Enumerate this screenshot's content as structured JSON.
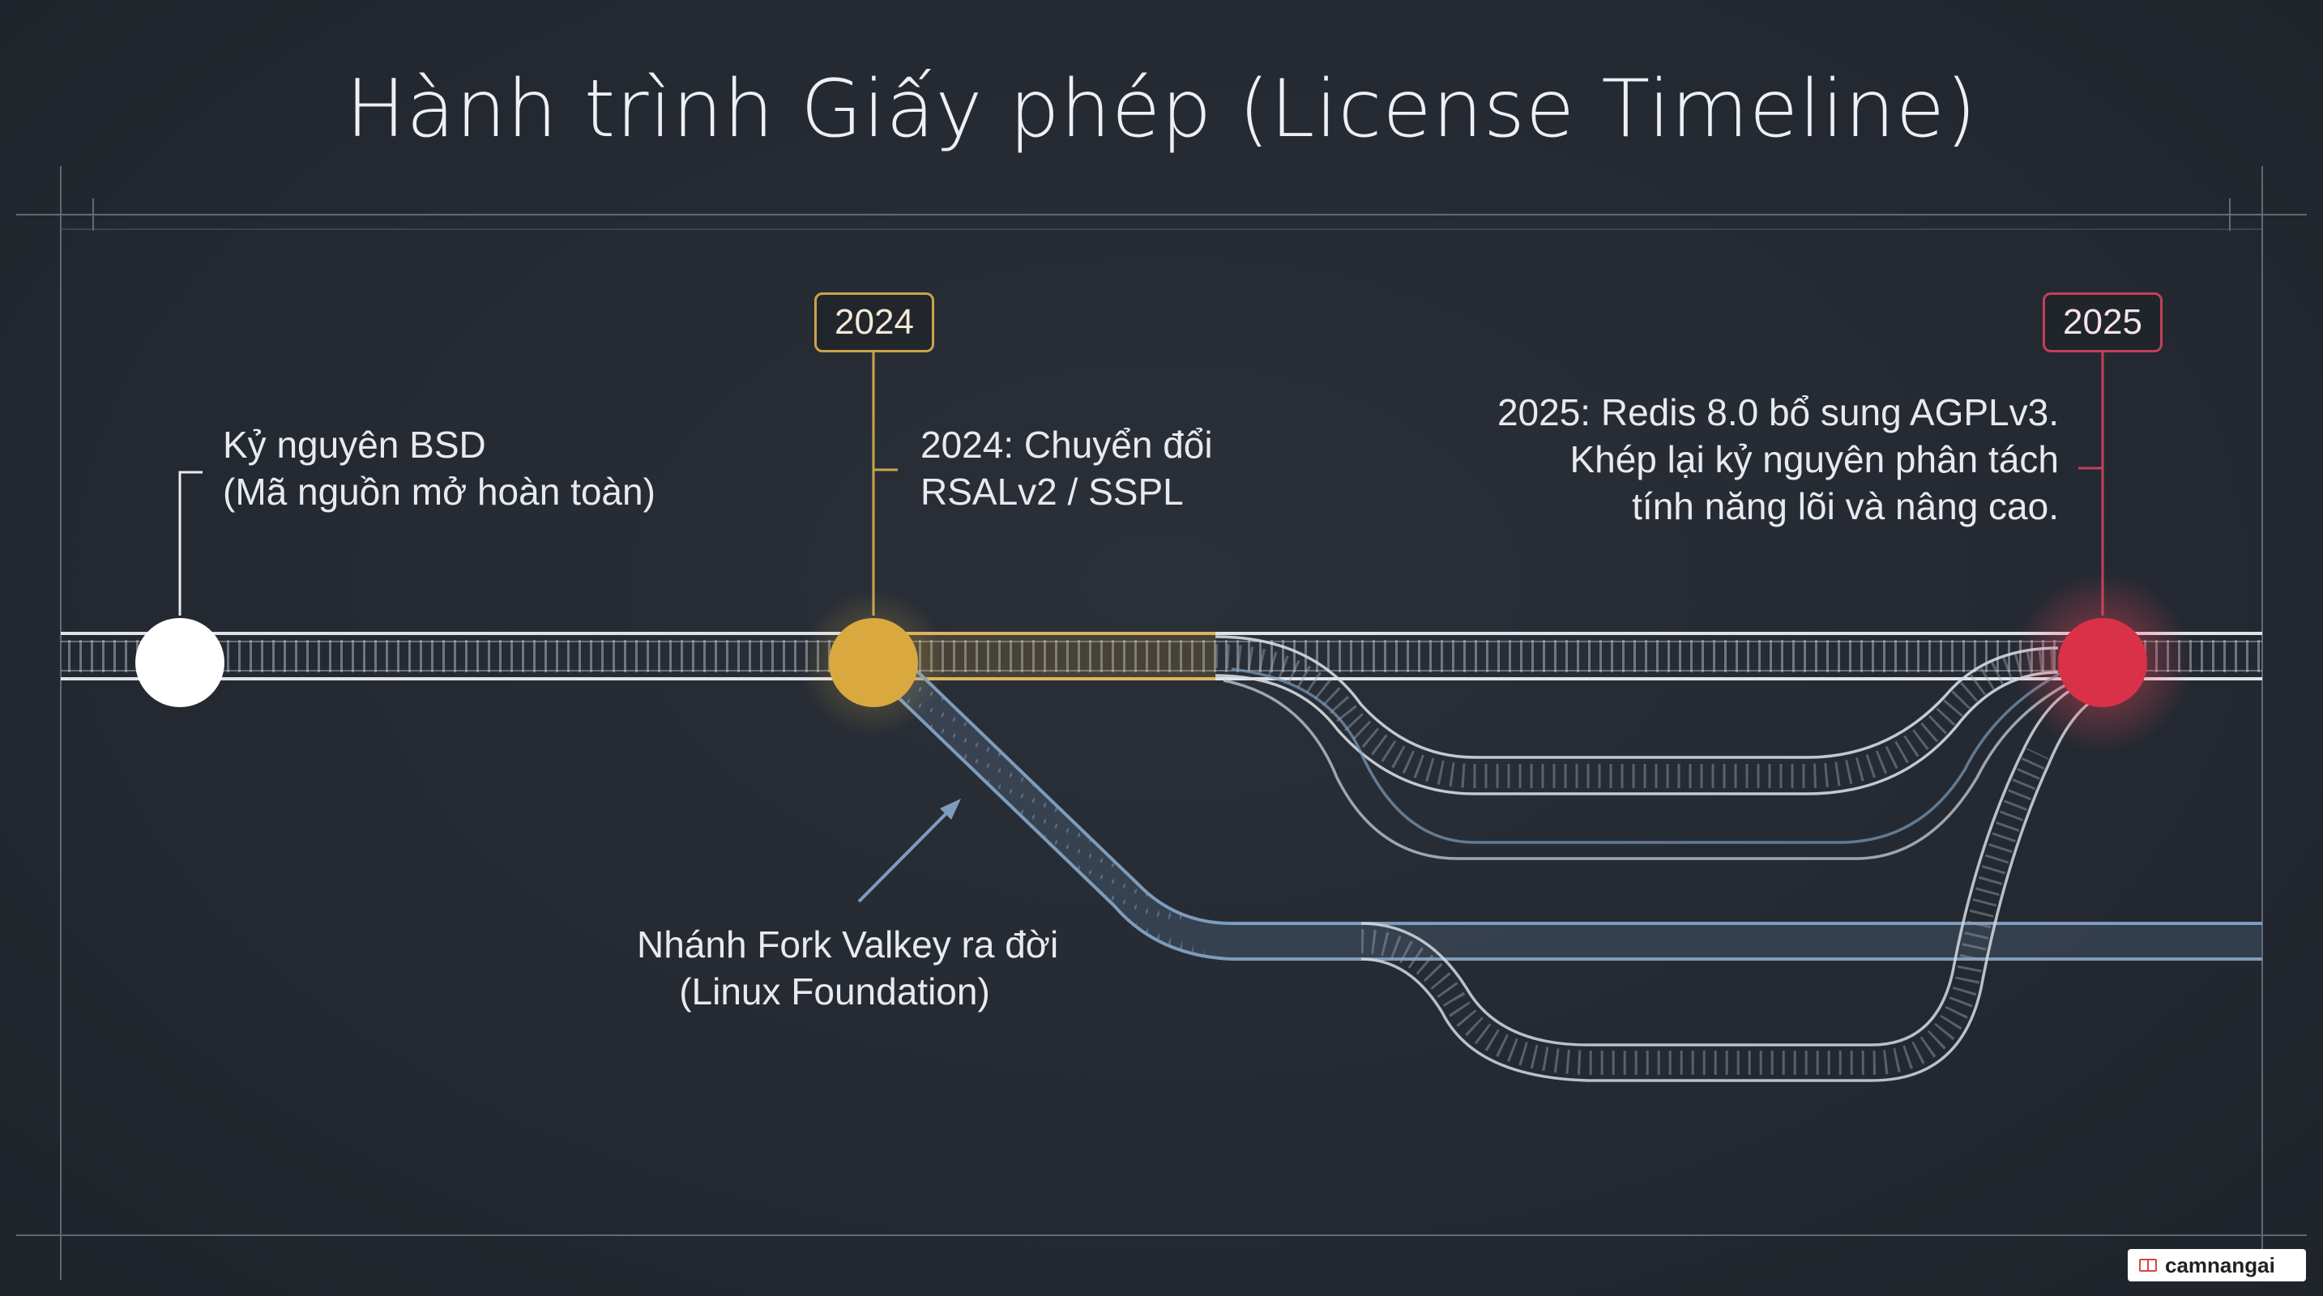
{
  "title": "Hành trình Giấy phép (License Timeline)",
  "colors": {
    "background": "#252a31",
    "bsd_node": "#ffffff",
    "node_2024": "#d9a940",
    "node_2025": "#d83148",
    "fork_track": "#6f8fb0",
    "main_track": "#dfe3e8"
  },
  "badges": {
    "year_2024": "2024",
    "year_2025": "2025"
  },
  "labels": {
    "bsd_line1": "Kỷ nguyên BSD",
    "bsd_line2": "(Mã nguồn mở hoàn toàn)",
    "change_line1": "2024: Chuyển đổi",
    "change_line2": "RSALv2 / SSPL",
    "redis8_line1": "2025: Redis 8.0 bổ sung AGPLv3.",
    "redis8_line2": "Khép lại kỷ nguyên phân tách",
    "redis8_line3": "tính năng lõi và nâng cao.",
    "valkey_line1": "Nhánh Fork Valkey ra đời",
    "valkey_line2": "(Linux Foundation)"
  },
  "watermark": {
    "icon": "book-icon",
    "text": "camnangai"
  }
}
